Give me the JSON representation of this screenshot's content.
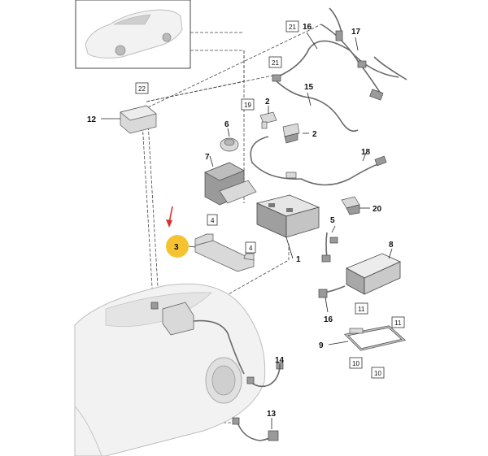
{
  "callouts": {
    "c1": "1",
    "c2a": "2",
    "c2b": "2",
    "c3": "3",
    "c5": "5",
    "c6": "6",
    "c7": "7",
    "c8": "8",
    "c9": "9",
    "c12": "12",
    "c14": "14",
    "c15": "15",
    "c16a": "16",
    "c16b": "16",
    "c17": "17",
    "c18": "18",
    "c20": "20",
    "c13": "13"
  },
  "boxes": {
    "b21a": "21",
    "b21b": "21",
    "b22": "22",
    "b19": "19",
    "b4a": "4",
    "b4b": "4",
    "b11a": "11",
    "b11b": "11",
    "b10a": "10",
    "b10b": "10"
  },
  "colors": {
    "highlight": "#f5c230",
    "arrow": "#d9302c"
  },
  "icons": {
    "arrow": "down-left-arrow-icon"
  }
}
